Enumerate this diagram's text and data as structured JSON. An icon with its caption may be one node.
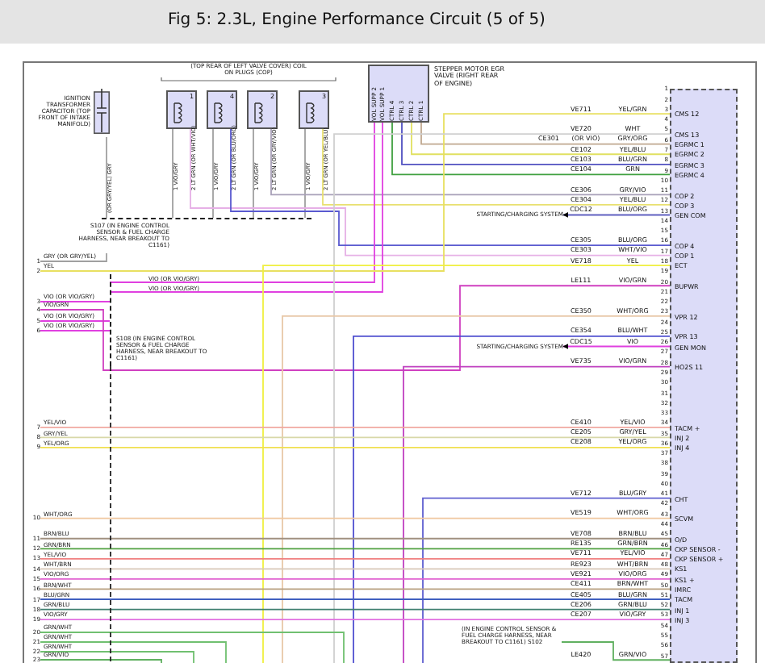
{
  "diagram": {
    "title": "Fig 5: 2.3L, Engine Performance Circuit (5 of 5)",
    "nodes": [
      {
        "text": [
          "IGNITION TRANSFORMER CAPACITOR (TOP FRONT OF INTAKE MANIFOLD)"
        ]
      },
      {
        "text": [
          "1"
        ]
      },
      {
        "text": [
          "4"
        ]
      },
      {
        "text": [
          "2"
        ]
      },
      {
        "text": [
          "3"
        ]
      },
      {
        "text": [
          "STEPPER MOTOR EGR VALVE (RIGHT REAR OF ENGINE)"
        ]
      },
      {
        "text": [
          "CMS 12",
          "CMS 13",
          "EGRMC 1",
          "EGRMC 2",
          "EGRMC 3",
          "EGRMC 4",
          "COP 2",
          "COP 3",
          "GEN COM",
          "COP 4",
          "COP 1",
          "ECT",
          "BUPWR",
          "VPR 12",
          "VPR 13",
          "GEN MON",
          "HO2S 11",
          "TACM +",
          "INJ 2",
          "INJ 4",
          "CHT",
          "SCVM",
          "O/D",
          "CKP SENSOR -",
          "CKP SENSOR +",
          "KS1",
          "KS1 +",
          "IMRC",
          "TACM",
          "INJ 1",
          "INJ 3"
        ],
        "beside": [
          "1",
          "2",
          "3",
          "4",
          "5",
          "6",
          "7",
          "8",
          "9",
          "10",
          "11",
          "12",
          "13",
          "14",
          "15",
          "16",
          "17",
          "18",
          "19",
          "20",
          "21",
          "22",
          "23",
          "24",
          "25",
          "26",
          "27",
          "28",
          "29",
          "30",
          "31",
          "32",
          "33",
          "34",
          "35",
          "36",
          "37",
          "38",
          "39",
          "40",
          "41",
          "42",
          "43",
          "44",
          "45",
          "46",
          "47",
          "48",
          "49",
          "50",
          "51",
          "52",
          "53",
          "54",
          "55",
          "56",
          "57"
        ]
      },
      {
        "text": [
          "S107 (IN ENGINE CONTROL SENSOR & FUEL CHARGE HARNESS, NEAR BREAKOUT TO C1161)"
        ]
      },
      {
        "text": [
          "S108 (IN ENGINE CONTROL SENSOR & FUEL CHARGE HARNESS, NEAR BREAKOUT TO C1161)"
        ]
      },
      {
        "text": [
          "(IN ENGINE CONTROL SENSOR & FUEL CHARGE HARNESS, NEAR BREAKOUT TO C1161) S102"
        ]
      },
      {
        "text": [
          "STARTING/CHARGING SYSTEM"
        ]
      },
      {
        "text": [
          "STARTING/CHARGING SYSTEM"
        ]
      },
      {
        "text": [
          "1"
        ]
      },
      {
        "text": [
          "2"
        ]
      },
      {
        "text": [
          "3"
        ]
      },
      {
        "text": [
          "4"
        ]
      },
      {
        "text": [
          "5"
        ]
      },
      {
        "text": [
          "6"
        ]
      },
      {
        "text": [
          "7"
        ]
      },
      {
        "text": [
          "8"
        ]
      },
      {
        "text": [
          "9"
        ]
      },
      {
        "text": [
          "10"
        ]
      },
      {
        "text": [
          "11"
        ]
      },
      {
        "text": [
          "12"
        ]
      },
      {
        "text": [
          "13"
        ]
      },
      {
        "text": [
          "14"
        ]
      },
      {
        "text": [
          "15"
        ]
      },
      {
        "text": [
          "16"
        ]
      },
      {
        "text": [
          "17"
        ]
      },
      {
        "text": [
          "18"
        ]
      },
      {
        "text": [
          "19"
        ]
      },
      {
        "text": [
          "20"
        ]
      },
      {
        "text": [
          "21"
        ]
      },
      {
        "text": [
          "22"
        ]
      },
      {
        "text": [
          "23"
        ]
      }
    ],
    "edges": [
      {
        "from": 0,
        "to": 7,
        "arrow": "none",
        "color": "#a0a0a0"
      },
      {
        "from": 1,
        "to": 7,
        "arrow": "none",
        "color": "#a0a0a0"
      },
      {
        "from": 2,
        "to": 7,
        "arrow": "none",
        "color": "#a0a0a0"
      },
      {
        "from": 3,
        "to": 7,
        "arrow": "none",
        "color": "#a0a0a0"
      },
      {
        "from": 4,
        "to": 7,
        "arrow": "none",
        "color": "#a0a0a0"
      },
      {
        "from": 1,
        "to": 6,
        "arrow": "none",
        "label": "CE303",
        "color": "#e6b0e6"
      },
      {
        "from": 2,
        "to": 6,
        "arrow": "none",
        "label": "CE305",
        "color": "#5a5ad0"
      },
      {
        "from": 3,
        "to": 6,
        "arrow": "none",
        "label": "CE306",
        "color": "#a8a0b8"
      },
      {
        "from": 4,
        "to": 6,
        "arrow": "none",
        "label": "CE304",
        "color": "#e8e070"
      },
      {
        "from": 7,
        "to": 12,
        "arrow": "none",
        "color": "#a0a0a0"
      },
      {
        "from": 5,
        "to": 8,
        "arrow": "none",
        "color": "#e040e0"
      },
      {
        "from": 5,
        "to": 8,
        "arrow": "none",
        "color": "#e040e0"
      },
      {
        "from": 5,
        "to": 6,
        "arrow": "none",
        "label": "CE104",
        "color": "#40a040"
      },
      {
        "from": 5,
        "to": 6,
        "arrow": "none",
        "label": "CE103",
        "color": "#5050c0"
      },
      {
        "from": 5,
        "to": 6,
        "arrow": "none",
        "label": "CE102",
        "color": "#e0e060"
      },
      {
        "from": 5,
        "to": 6,
        "arrow": "none",
        "label": "CE301",
        "color": "#c0a890"
      },
      {
        "from": 8,
        "to": 14,
        "arrow": "none",
        "color": "#e040e0"
      },
      {
        "from": 8,
        "to": 16,
        "arrow": "none",
        "color": "#e040e0"
      },
      {
        "from": 8,
        "to": 17,
        "arrow": "none",
        "color": "#e040e0"
      },
      {
        "from": 15,
        "to": 6,
        "arrow": "none",
        "label": "LE111",
        "color": "#d040c0"
      },
      {
        "from": 13,
        "to": 6,
        "arrow": "none",
        "label": "VE711",
        "color": "#e8e060"
      },
      {
        "from": null,
        "to": 6,
        "arrow": "none",
        "label": "VE720",
        "color": "#d0d0d0"
      },
      {
        "from": 6,
        "to": 10,
        "arrow": "to",
        "label": "CDC12",
        "color": "#6060c0"
      },
      {
        "from": null,
        "to": 6,
        "arrow": "none",
        "label": "VE718",
        "color": "#f0f040"
      },
      {
        "from": null,
        "to": 6,
        "arrow": "none",
        "label": "CE350",
        "color": "#e8c8a8"
      },
      {
        "from": null,
        "to": 6,
        "arrow": "none",
        "label": "CE354",
        "color": "#5050d0"
      },
      {
        "from": 6,
        "to": 11,
        "arrow": "to",
        "label": "CDC15",
        "color": "#e040e0"
      },
      {
        "from": null,
        "to": 6,
        "arrow": "none",
        "label": "VE735",
        "color": "#c040c0"
      },
      {
        "from": 18,
        "to": 6,
        "arrow": "none",
        "label": "CE410",
        "color": "#f0a8a0"
      },
      {
        "from": 19,
        "to": 6,
        "arrow": "none",
        "label": "CE205",
        "color": "#d8d8a8"
      },
      {
        "from": 20,
        "to": 6,
        "arrow": "none",
        "label": "CE208",
        "color": "#f0e050"
      },
      {
        "from": null,
        "to": 6,
        "arrow": "none",
        "label": "VE712",
        "color": "#6060d0"
      },
      {
        "from": 21,
        "to": 6,
        "arrow": "none",
        "label": "VE519",
        "color": "#f0c8a0"
      },
      {
        "from": 22,
        "to": 6,
        "arrow": "none",
        "label": "VE708",
        "color": "#a09080"
      },
      {
        "from": 23,
        "to": 6,
        "arrow": "none",
        "label": "RE135",
        "color": "#50a040"
      },
      {
        "from": 24,
        "to": 6,
        "arrow": "none",
        "label": "VE711",
        "color": "#f08080"
      },
      {
        "from": 25,
        "to": 6,
        "arrow": "none",
        "label": "RE923",
        "color": "#d8c8b8"
      },
      {
        "from": 26,
        "to": 6,
        "arrow": "none",
        "label": "VE921",
        "color": "#e060d0"
      },
      {
        "from": 27,
        "to": 6,
        "arrow": "none",
        "label": "CE411",
        "color": "#b8a080"
      },
      {
        "from": 28,
        "to": 6,
        "arrow": "none",
        "label": "CE405",
        "color": "#4060c0"
      },
      {
        "from": 29,
        "to": 6,
        "arrow": "none",
        "label": "CE206",
        "color": "#408070"
      },
      {
        "from": 30,
        "to": 6,
        "arrow": "none",
        "label": "CE207",
        "color": "#e070e0"
      },
      {
        "from": 9,
        "to": 6,
        "arrow": "none",
        "label": "LE420",
        "color": "#60b060"
      },
      {
        "from": 31,
        "to": null,
        "arrow": "none",
        "color": "#70c070"
      },
      {
        "from": 32,
        "to": null,
        "arrow": "none",
        "color": "#70c070"
      },
      {
        "from": 33,
        "to": null,
        "arrow": "none",
        "color": "#70c070"
      },
      {
        "from": 34,
        "to": null,
        "arrow": "none",
        "color": "#60b060"
      },
      {
        "from": 8,
        "to": null,
        "arrow": "none",
        "style": "dashed",
        "color": "#222222"
      }
    ],
    "labels": [
      "(TOP REAR OF LEFT VALVE COVER) COIL ON PLUGS (COP)",
      "1 VIO/GRY",
      "2 LT GRN (OR WHT/VIO)",
      "1 VIO/GRY",
      "2 LT GRN (OR BLU/ORG)",
      "1 VIO/GRY",
      "2 LT GRN (OR GRY/VIO)",
      "1 VIO/GRY",
      "2 LT GRN (OR YEL/BLU)",
      "(OR GRY/YEL) GRY",
      "VOL SUPP 2",
      "VOL SUPP 1",
      "CTRL 4",
      "CTRL 3",
      "CTRL 2",
      "CTRL 1",
      "YEL/GRN",
      "WHT",
      "GRY/ORG",
      "YEL/BLU",
      "BLU/GRN",
      "GRN",
      "GRY/VIO",
      "YEL/BLU",
      "BLU/ORG",
      "BLU/ORG",
      "WHT/VIO",
      "YEL",
      "VIO/GRN",
      "WHT/ORG",
      "BLU/WHT",
      "VIO",
      "VIO/GRN",
      "YEL/VIO",
      "GRY/YEL",
      "YEL/ORG",
      "BLU/GRY",
      "WHT/ORG",
      "BRN/BLU",
      "GRN/BRN",
      "YEL/VIO",
      "WHT/BRN",
      "VIO/ORG",
      "BRN/WHT",
      "BLU/GRN",
      "GRN/BLU",
      "VIO/GRY",
      "GRN/VIO",
      "(OR VIO)",
      "GRY (OR GRY/YEL)",
      "YEL",
      "VIO (OR VIO/GRY)",
      "VIO/GRN",
      "VIO (OR VIO/GRY)",
      "VIO (OR VIO/GRY)",
      "YEL/VIO",
      "GRY/YEL",
      "YEL/ORG",
      "WHT/ORG",
      "BRN/BLU",
      "GRN/BRN",
      "YEL/VIO",
      "WHT/BRN",
      "VIO/ORG",
      "BRN/WHT",
      "BLU/GRN",
      "GRN/BLU",
      "VIO/GRY",
      "GRN/WHT",
      "GRN/WHT",
      "GRN/WHT",
      "GRN/VIO",
      "VIO (OR VIO/GRY)",
      "VIO (OR VIO/GRY)"
    ]
  }
}
